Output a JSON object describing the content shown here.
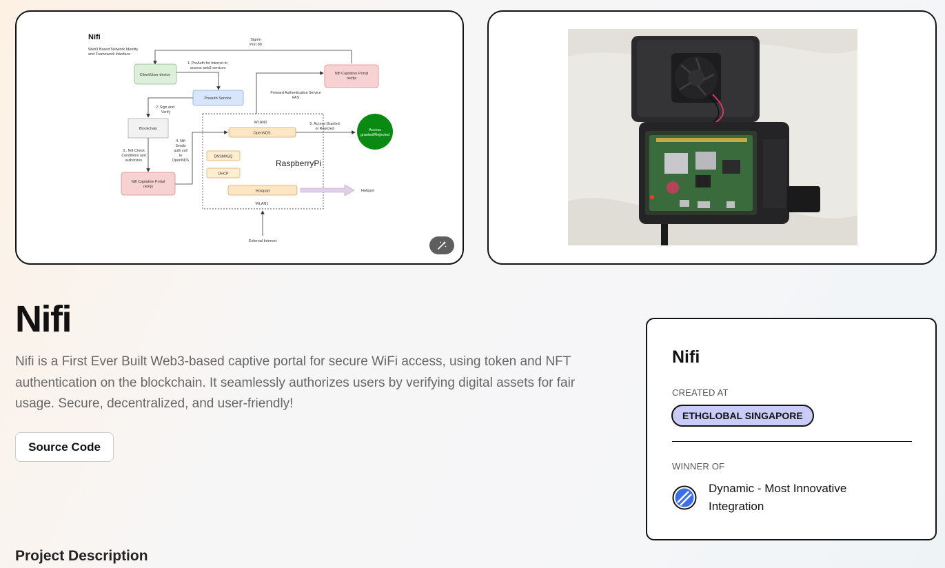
{
  "gallery": {
    "diagram": {
      "title": "Nifi",
      "subtitle_line1": "Web3 Based Network Identity",
      "subtitle_line2": "and Framework Interface",
      "signin_line1": "SignIn",
      "signin_line2": "Port 80",
      "client": "Client/User device",
      "preauth_note_line1": "1. PreAuth for Internet to",
      "preauth_note_line2": "access web3 services",
      "portal_top_line1": "Nifi Captative Portal",
      "portal_top_line2": "nextjs",
      "preauth_service": "Preauth Service",
      "fas_line1": "Forward Authentication Service",
      "fas_line2": "FAS",
      "sign_verify_line1": "2. Sign and",
      "sign_verify_line2": "Verify",
      "blockchain": "Blockchain",
      "wlan0": "WLAN0",
      "opennds": "OpenNDS",
      "access_note_line1": "5. Access Granted",
      "access_note_line2": "or Rejected",
      "access_circle_line1": "Access",
      "access_circle_line2": "granted/Rejected",
      "check_line1": "3.. Nifi Check",
      "check_line2": "Conditions and",
      "check_line3": "authorizes",
      "sends_line1": "4. Nifi",
      "sends_line2": "Sends",
      "sends_line3": "auth call",
      "sends_line4": "to",
      "sends_line5": "OpenNDS",
      "dnsmasq": "DNSMASQ",
      "dhcp": "DHCP",
      "raspberry": "RaspberryPi",
      "portal_bottom_line1": "Nifi Captative Portal",
      "portal_bottom_line2": "nextjs",
      "hostpad": "Hostpad",
      "hotspot": "Hotspot",
      "wlan1": "WLAN1",
      "external": "External Internet"
    },
    "magic_icon": "magic-wand-icon"
  },
  "project": {
    "title": "Nifi",
    "tagline": "Nifi is a First Ever Built Web3-based captive portal for secure WiFi access, using token and NFT authentication on the blockchain. It seamlessly authorizes users by verifying digital assets for fair usage. Secure, decentralized, and user-friendly!",
    "source_button": "Source Code",
    "section_heading": "Project Description"
  },
  "sidebar": {
    "title": "Nifi",
    "created_label": "CREATED AT",
    "event": "ETHGLOBAL SINGAPORE",
    "winner_label": "WINNER OF",
    "prize": "Dynamic - Most Innovative Integration",
    "prize_icon": "dynamic-logo-icon"
  },
  "colors": {
    "pill_bg": "#c9cbf8",
    "access_green": "#0a8a12",
    "prize_blue": "#3d6ee6"
  }
}
